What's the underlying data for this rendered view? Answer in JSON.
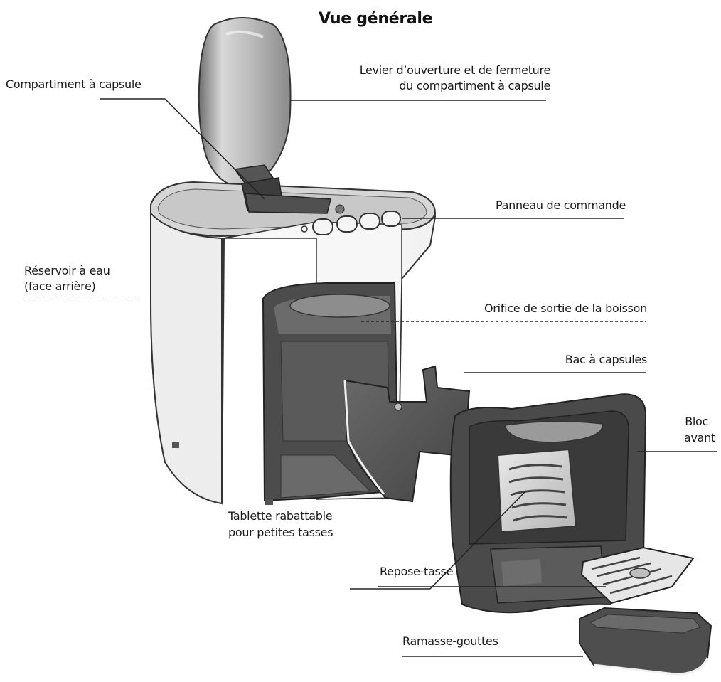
{
  "title": "Vue générale",
  "labels": {
    "capsule_compartment": "Compartiment à capsule",
    "lever_line1": "Levier d’ouverture et de fermeture",
    "lever_line2": "du compartiment à capsule",
    "control_panel": "Panneau de commande",
    "water_tank_line1": "Réservoir à eau",
    "water_tank_line2": "(face arrière)",
    "outlet": "Orifice de sortie de la boisson",
    "capsule_bin": "Bac à capsules",
    "front_block_line1": "Bloc",
    "front_block_line2": "avant",
    "fold_shelf_line1": "Tablette rabattable",
    "fold_shelf_line2": "pour petites tasses",
    "cup_rest": "Repose-tasse",
    "drip_tray": "Ramasse-gouttes"
  }
}
